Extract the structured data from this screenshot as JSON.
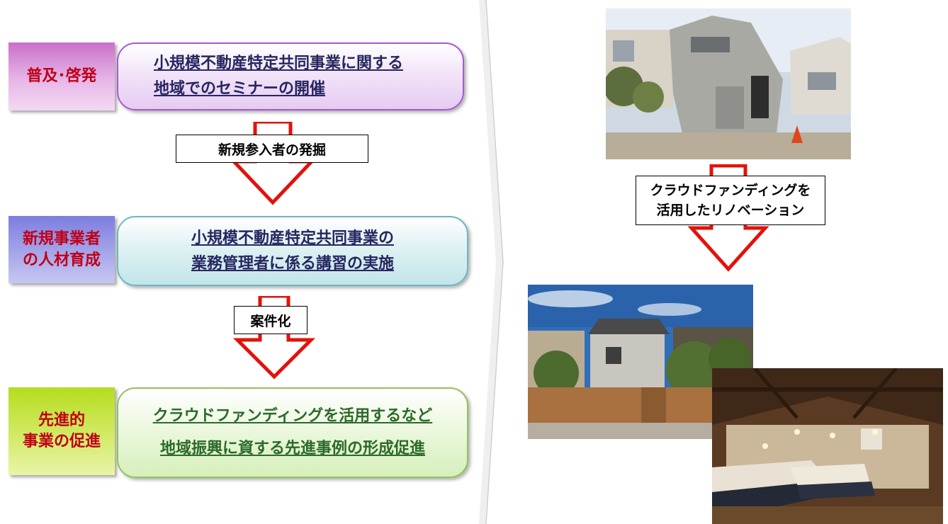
{
  "steps": [
    {
      "category": "普及･啓発",
      "lines": [
        "小規模不動産特定共同事業に関する",
        "地域でのセミナーの開催"
      ]
    },
    {
      "category_lines": [
        "新規事業者",
        "の人材育成"
      ],
      "lines": [
        "小規模不動産特定共同事業の",
        "業務管理者に係る講習の実施"
      ]
    },
    {
      "category_lines": [
        "先進的",
        "事業の促進"
      ],
      "lines": [
        "クラウドファンディングを活用するなど",
        "地域振興に資する先進事例の形成促進"
      ]
    }
  ],
  "arrows": {
    "a1": "新規参入者の発掘",
    "a2": "案件化",
    "a3_lines": [
      "クラウドファンディングを",
      "活用したリノベーション"
    ]
  },
  "colors": {
    "arrow": "#e3120b",
    "category_text": "#c00018"
  }
}
